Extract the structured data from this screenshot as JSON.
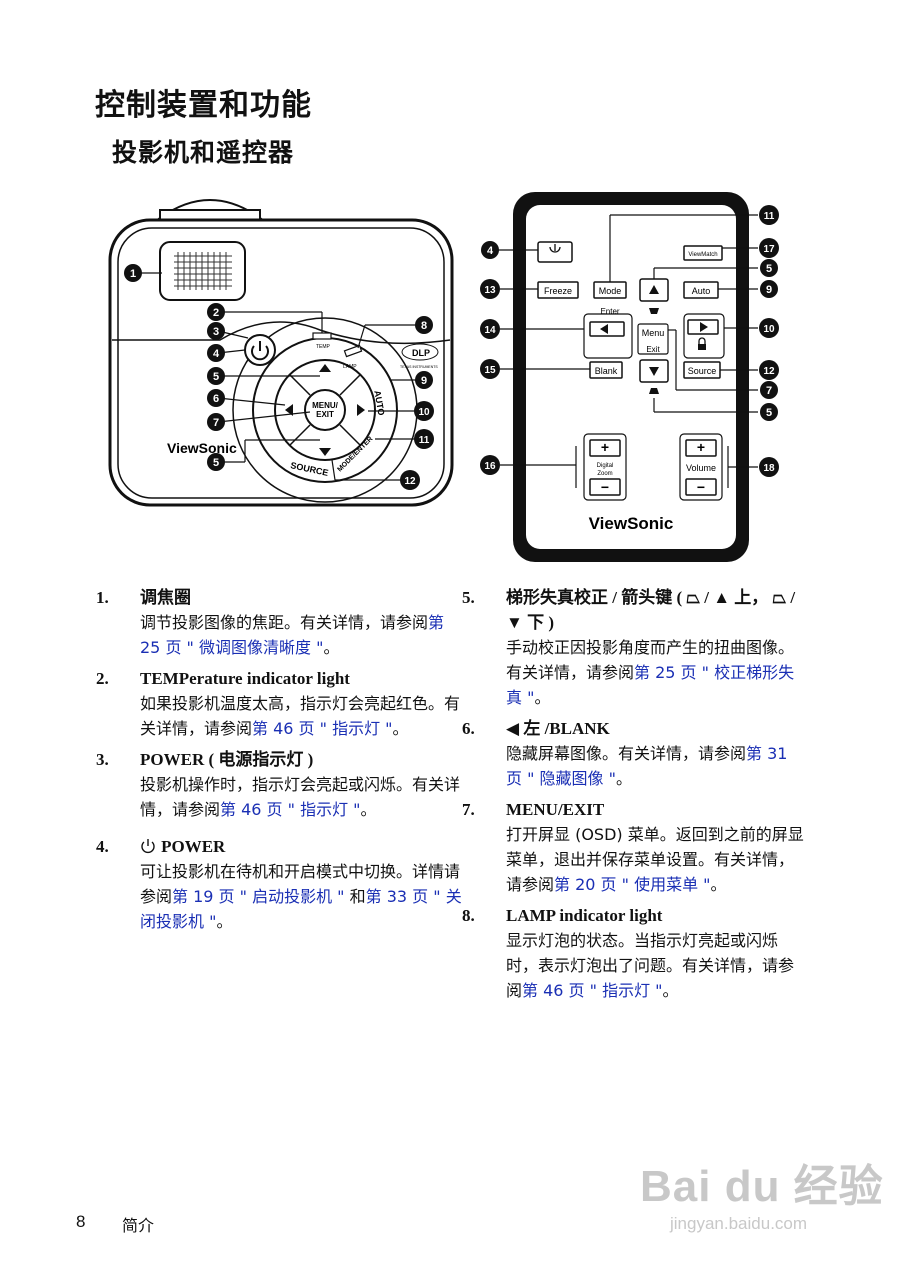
{
  "header": {
    "title": "控制装置和功能",
    "subtitle": "投影机和遥控器"
  },
  "projector": {
    "brand": "ViewSonic",
    "labels": {
      "temp": "TEMP",
      "lamp": "LAMP",
      "menu": "MENU/\nEXIT",
      "menu_top": "MENU/",
      "menu_bottom": "EXIT",
      "auto": "AUTO",
      "source": "SOURCE",
      "mode_enter": "MODE/ENTER",
      "dlp": "DLP",
      "ti": "TEXAS INSTRUMENTS"
    },
    "callouts": [
      "1",
      "2",
      "3",
      "4",
      "5",
      "6",
      "7",
      "5",
      "8",
      "9",
      "10",
      "11",
      "12"
    ]
  },
  "remote": {
    "brand": "ViewSonic",
    "buttons": {
      "freeze": "Freeze",
      "mode": "Mode",
      "enter": "Enter",
      "viewmatch": "ViewMatch",
      "auto": "Auto",
      "menu": "Menu",
      "exit": "Exit",
      "blank": "Blank",
      "source": "Source",
      "digital": "Digital",
      "zoom": "Zoom",
      "volume": "Volume",
      "plus": "+",
      "minus": "−"
    },
    "callouts": [
      "4",
      "13",
      "14",
      "15",
      "16",
      "11",
      "17",
      "5",
      "9",
      "10",
      "12",
      "7",
      "5",
      "18"
    ]
  },
  "items_left": [
    {
      "num": "1.",
      "title": "调焦圈",
      "pre": "调节投影图像的焦距。有关详情，请参阅",
      "link": "第 25 页 \" 微调图像清晰度 \"",
      "post": "。"
    },
    {
      "num": "2.",
      "title": "TEMPerature indicator light",
      "pre": "如果投影机温度太高，指示灯会亮起红色。有关详情，请参阅",
      "link": "第 46 页 \" 指示灯 \"",
      "post": "。"
    },
    {
      "num": "3.",
      "title": "POWER ( 电源指示灯 )",
      "pre": "投影机操作时，指示灯会亮起或闪烁。有关详情，请参阅",
      "link": "第 46 页 \" 指示灯 \"",
      "post": "。"
    },
    {
      "num": "4.",
      "title": "POWER",
      "pre": "可让投影机在待机和开启模式中切换。详情请参阅",
      "link": "第 19 页 \" 启动投影机 \"",
      "mid": " 和",
      "link2": "第 33 页 \" 关闭投影机 \"",
      "post": "。"
    }
  ],
  "items_right": [
    {
      "num": "5.",
      "title": "梯形失真校正 / 箭头键 ( ⏢ / ▲ 上， ⏢ / ▼ 下 )",
      "pre": "手动校正因投影角度而产生的扭曲图像。有关详情，请参阅",
      "link": "第 25 页 \" 校正梯形失真 \"",
      "post": "。"
    },
    {
      "num": "6.",
      "title": "◀ 左 /BLANK",
      "pre": "隐藏屏幕图像。有关详情，请参阅",
      "link": "第 31 页 \" 隐藏图像 \"",
      "post": "。"
    },
    {
      "num": "7.",
      "title": "MENU/EXIT",
      "pre": "打开屏显 (OSD) 菜单。返回到之前的屏显菜单，退出并保存菜单设置。有关详情，请参阅",
      "link": "第 20 页 \" 使用菜单 \"",
      "post": "。"
    },
    {
      "num": "8.",
      "title": "LAMP indicator light",
      "pre": "显示灯泡的状态。当指示灯亮起或闪烁时，表示灯泡出了问题。有关详情，请参阅",
      "link": "第 46 页 \" 指示灯 \"",
      "post": "。"
    }
  ],
  "footer": {
    "page": "8",
    "section": "简介"
  },
  "watermark": {
    "main": "Bai du 经验",
    "sub": "jingyan.baidu.com"
  }
}
